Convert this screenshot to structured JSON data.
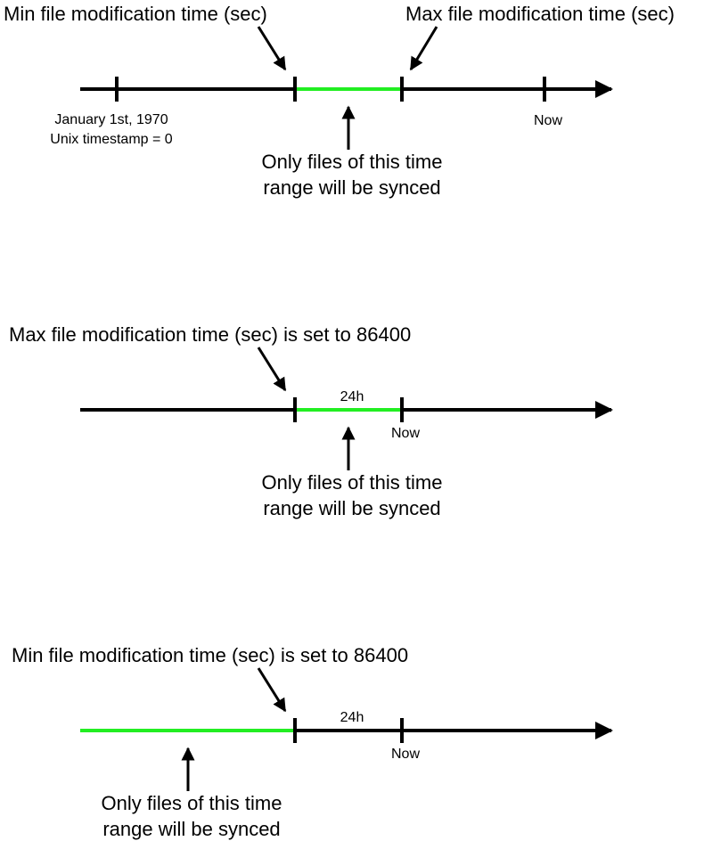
{
  "colors": {
    "line": "#000000",
    "highlight": "#22ee22",
    "background": "#ffffff"
  },
  "diagram1": {
    "min_label": "Min file modification time (sec)",
    "max_label": "Max file modification time (sec)",
    "epoch_line1": "January 1st, 1970",
    "epoch_line2": "Unix timestamp = 0",
    "now_label": "Now",
    "range_line1": "Only files of this time",
    "range_line2": "range will be synced"
  },
  "diagram2": {
    "setting_label": "Max file modification time (sec) is set to 86400",
    "duration_label": "24h",
    "now_label": "Now",
    "range_line1": "Only files of this time",
    "range_line2": "range will be synced"
  },
  "diagram3": {
    "setting_label": "Min file modification time (sec) is set to 86400",
    "duration_label": "24h",
    "now_label": "Now",
    "range_line1": "Only files of this time",
    "range_line2": "range will be synced"
  }
}
